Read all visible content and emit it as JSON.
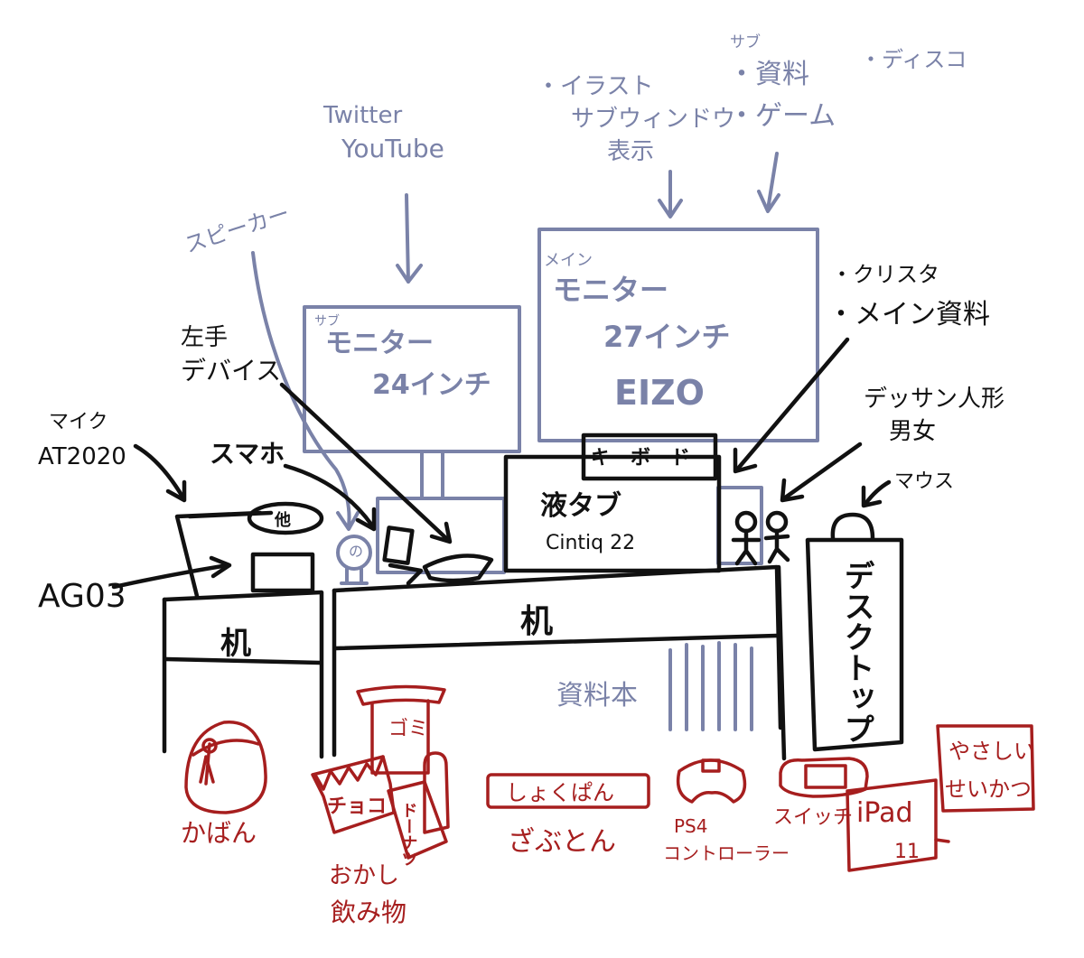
{
  "colors": {
    "ink": "#111111",
    "blue": "#7A82A8",
    "red": "#A61E1E",
    "background": "#ffffff"
  },
  "labels": {
    "sub_monitor_content": [
      "Twitter",
      "YouTube"
    ],
    "main_monitor_content": [
      "・イラスト",
      "サブウィンドウ",
      "表示"
    ],
    "sub_prefix": "サブ",
    "main_monitor_bullets": [
      "・資料",
      "・ゲーム"
    ],
    "discord": "・ディスコ",
    "speaker": "スピーカー",
    "sub_monitor": {
      "prefix": "サブ",
      "line1": "モニター",
      "line2": "24インチ"
    },
    "main_monitor": {
      "prefix": "メイン",
      "line1": "モニター",
      "line2": "27インチ",
      "brand": "EIZO"
    },
    "clip_studio": [
      "・クリスタ",
      "・メイン資料"
    ],
    "left_hand_device": [
      "左手",
      "デバイス"
    ],
    "smartphone": "スマホ",
    "mic": [
      "マイク",
      "AT2020"
    ],
    "mic_badge": "他",
    "ag03": "AG03",
    "keyboard": "キーボード",
    "pen_tablet": {
      "name": "液タブ",
      "model": "Cintiq 22"
    },
    "figures": [
      "デッサン人形",
      "男女"
    ],
    "mouse": "マウス",
    "speaker_badge": "の",
    "desk_left": "机",
    "desk_main": "机",
    "reference_books": "資料本",
    "desktop_pc": "デスクトップ",
    "trash": "ゴミ",
    "chocolate": "チョコ",
    "donut": "ドーナツ",
    "snacks_drinks": [
      "おかし",
      "飲み物"
    ],
    "bag": "かばん",
    "bread_cushion": "しょくぱん",
    "cushion": "ざぶとん",
    "ps4_controller": [
      "PS4",
      "コントローラー"
    ],
    "switch": "スイッチ",
    "ipad": "iPad",
    "ipad_mark": "11",
    "healthy_life": [
      "やさしい",
      "せいかつ"
    ]
  }
}
